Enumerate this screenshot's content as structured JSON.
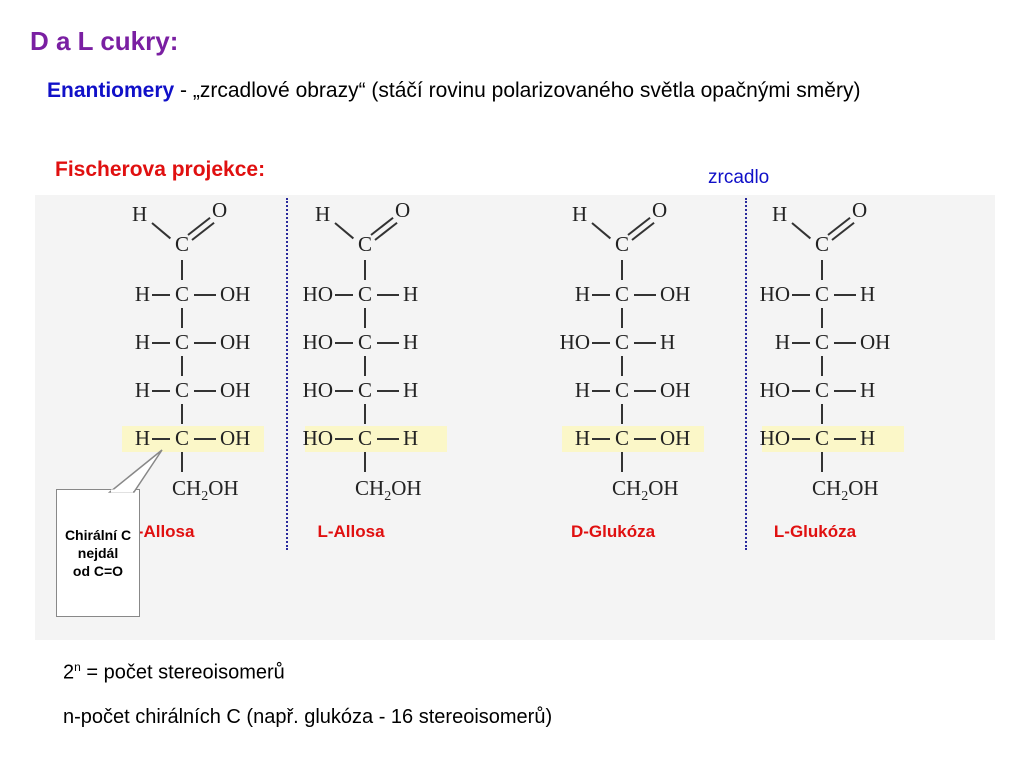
{
  "slide": {
    "title": "D a L cukry:",
    "intro": {
      "term": "Enantiomery",
      "text": " - „zrcadlové obrazy“ (stáčí rovinu polarizovaného světla opačnými směry)"
    },
    "fischer_label": "Fischerova projekce:",
    "mirror_label": "zrcadlo",
    "callout": [
      "Chirální C",
      "nejdál",
      "od C=O"
    ],
    "formula_base": "2",
    "formula_exp": "n",
    "formula_rest": " = počet stereoisomerů",
    "note": "n-počet chirálních C (např. glukóza - 16 stereoisomerů)"
  },
  "structures": [
    {
      "name": "D-Allosa",
      "top": [
        "H",
        "O"
      ],
      "rows": [
        [
          "H",
          "OH"
        ],
        [
          "H",
          "OH"
        ],
        [
          "H",
          "OH"
        ],
        [
          "H",
          "OH"
        ]
      ],
      "carbon": "C",
      "bottom_prefix": "CH",
      "bottom_sub": "2",
      "bottom_suffix": "OH"
    },
    {
      "name": "L-Allosa",
      "top": [
        "H",
        "O"
      ],
      "rows": [
        [
          "HO",
          "H"
        ],
        [
          "HO",
          "H"
        ],
        [
          "HO",
          "H"
        ],
        [
          "HO",
          "H"
        ]
      ],
      "carbon": "C",
      "bottom_prefix": "CH",
      "bottom_sub": "2",
      "bottom_suffix": "OH"
    },
    {
      "name": "D-Glukóza",
      "top": [
        "H",
        "O"
      ],
      "rows": [
        [
          "H",
          "OH"
        ],
        [
          "HO",
          "H"
        ],
        [
          "H",
          "OH"
        ],
        [
          "H",
          "OH"
        ]
      ],
      "carbon": "C",
      "bottom_prefix": "CH",
      "bottom_sub": "2",
      "bottom_suffix": "OH"
    },
    {
      "name": "L-Glukóza",
      "top": [
        "H",
        "O"
      ],
      "rows": [
        [
          "HO",
          "H"
        ],
        [
          "H",
          "OH"
        ],
        [
          "HO",
          "H"
        ],
        [
          "HO",
          "H"
        ]
      ],
      "carbon": "C",
      "bottom_prefix": "CH",
      "bottom_sub": "2",
      "bottom_suffix": "OH"
    }
  ]
}
